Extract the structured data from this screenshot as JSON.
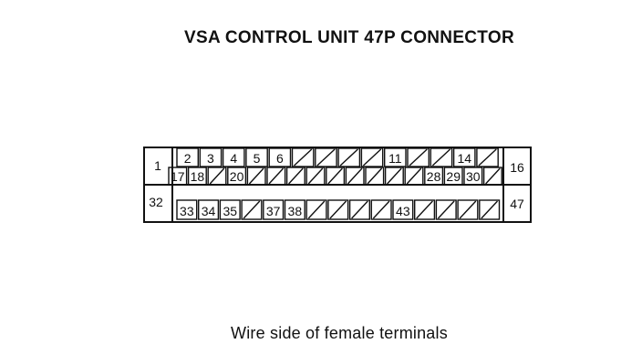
{
  "title": "VSA CONTROL UNIT 47P CONNECTOR",
  "caption": "Wire side of female terminals",
  "connector": {
    "side_terminals": [
      "1",
      "16",
      "32",
      "47"
    ],
    "row1": [
      "2",
      "3",
      "4",
      "5",
      "6",
      "",
      "",
      "",
      "",
      "11",
      "",
      "",
      "14",
      ""
    ],
    "row2": [
      "17",
      "18",
      "",
      "20",
      "",
      "",
      "",
      "",
      "",
      "",
      "",
      "",
      "",
      "28",
      "29",
      "30",
      ""
    ],
    "row3": [
      "33",
      "34",
      "35",
      "",
      "37",
      "38",
      "",
      "",
      "",
      "",
      "43",
      "",
      "",
      "",
      ""
    ],
    "note_empty": "Empty cells are drawn with a diagonal slash (unused terminal)"
  }
}
